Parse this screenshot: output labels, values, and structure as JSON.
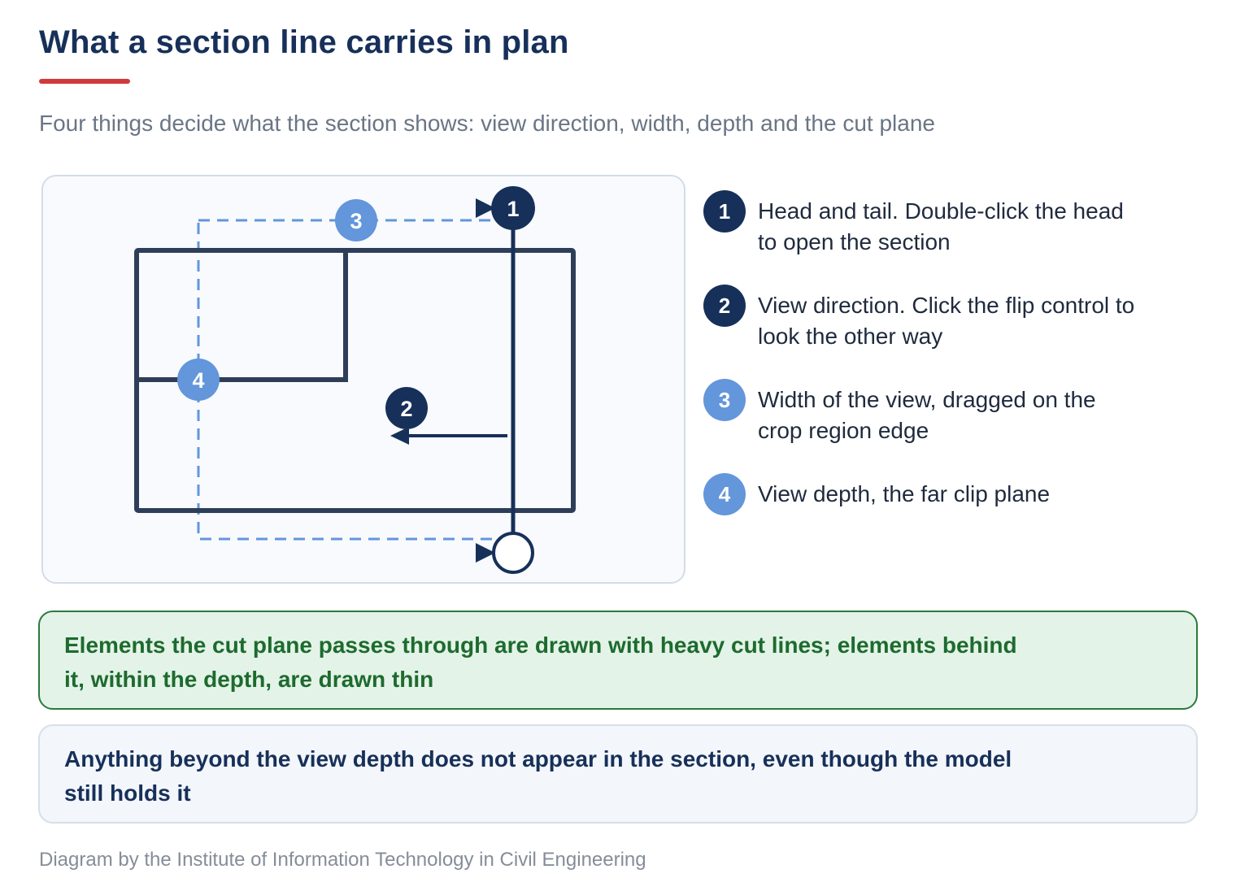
{
  "title": "What a section line carries in plan",
  "subtitle": "Four things decide what the section shows: view direction, width, depth and the cut plane",
  "colors": {
    "title": "#17305a",
    "accent_underline": "#d23a3a",
    "walls": "#2f3e58",
    "section_line": "#17305a",
    "crop_region_dashed": "#6396da",
    "badge_dark": "#17305a",
    "badge_light": "#6396da",
    "note_green_bg": "#e4f3e8",
    "note_green_border": "#2b7a3c",
    "note_green_text": "#1d6b2e",
    "note_blue_bg": "#f3f6fa",
    "note_blue_text": "#17305a"
  },
  "diagram": {
    "markers": [
      {
        "number": "1",
        "style": "dark",
        "meaning": "section-head"
      },
      {
        "number": "2",
        "style": "dark",
        "meaning": "view-direction"
      },
      {
        "number": "3",
        "style": "light",
        "meaning": "view-width"
      },
      {
        "number": "4",
        "style": "light",
        "meaning": "view-depth"
      }
    ]
  },
  "legend": [
    {
      "number": "1",
      "style": "dark",
      "text": "Head and tail. Double-click the head to open the section"
    },
    {
      "number": "2",
      "style": "dark",
      "text": "View direction. Click the flip control to look the other way"
    },
    {
      "number": "3",
      "style": "light",
      "text": "Width of the view, dragged on the crop region edge"
    },
    {
      "number": "4",
      "style": "light",
      "text": "View depth, the far clip plane"
    }
  ],
  "notes": {
    "cut": "Elements the cut plane passes through are drawn with heavy cut lines; elements behind it, within the depth, are drawn thin",
    "depth": "Anything beyond the view depth does not appear in the section, even though the model still holds it"
  },
  "credit": "Diagram by the Institute of Information Technology in Civil Engineering"
}
